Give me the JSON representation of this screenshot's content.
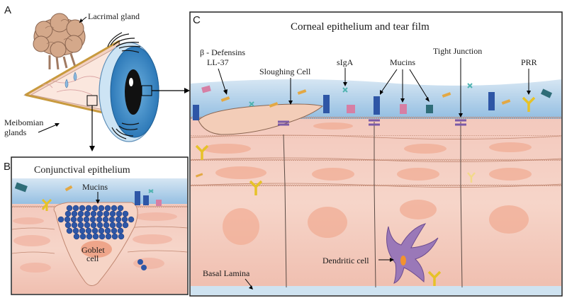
{
  "panel_a": {
    "letter": "A",
    "lacrimal_gland": "Lacrimal gland",
    "meibomian_line1": "Meibomian",
    "meibomian_line2": "glands"
  },
  "panel_b": {
    "letter": "B",
    "title": "Conjunctival epithelium",
    "mucins": "Mucins",
    "goblet_line1": "Goblet",
    "goblet_line2": "cell"
  },
  "panel_c": {
    "letter": "C",
    "title": "Corneal epithelium and tear film",
    "defensins_line1": "β - Defensins",
    "defensins_line2": "LL-37",
    "sloughing_cell": "Sloughing Cell",
    "siga": "sIgA",
    "mucins": "Mucins",
    "tight_junction": "Tight Junction",
    "prr": "PRR",
    "dendritic_cell": "Dendritic cell",
    "basal_lamina": "Basal Lamina"
  },
  "colors": {
    "tear_film": "#a9cbe6",
    "epithelium_pink": "#f4c7b8",
    "cell_orange": "#f1ad95",
    "mucin_blue": "#2e56a6",
    "dendritic_purple": "#9a78b8",
    "prr_yellow": "#e6c228",
    "siga_green": "#4fb3b0",
    "lacrimal_tan": "#d4a88a"
  }
}
